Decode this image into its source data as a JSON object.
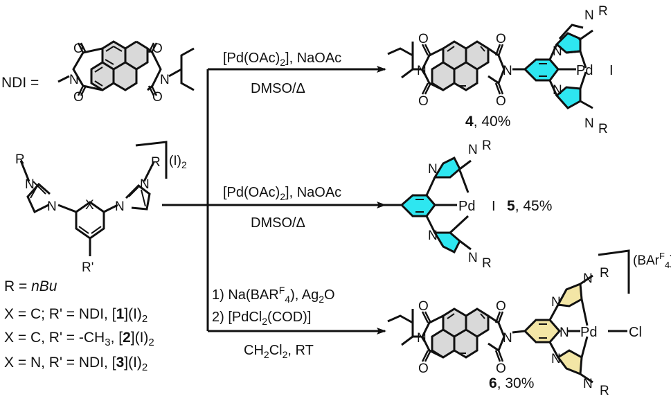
{
  "colors": {
    "bond": "#111111",
    "cyan_ring": "#2ee6f0",
    "yellow_ring": "#f3e6a6",
    "gray_core": "#d9d9d9"
  },
  "ndi_def": {
    "label": "NDI ="
  },
  "atoms": {
    "O": "O",
    "N": "N",
    "X": "X",
    "Pd": "Pd",
    "I": "I",
    "Cl": "Cl",
    "R": "R",
    "Rp": "R'"
  },
  "ligand": {
    "counterion": "(I)",
    "counterion_sub": "2"
  },
  "substituents": {
    "r_def": "R = ",
    "r_val": "nBu",
    "lines": [
      {
        "pre": "X = C; R' = NDI, [",
        "num": "1",
        "post": "](I)",
        "sub": "2"
      },
      {
        "pre": "X = C, R' = -CH",
        "sub1": "3",
        "mid": ", [",
        "num": "2",
        "post": "](I)",
        "sub": "2"
      },
      {
        "pre": "X = N, R' = NDI, [",
        "num": "3",
        "post": "](I)",
        "sub": "2"
      }
    ]
  },
  "arrows": {
    "top_above": {
      "a": "[Pd(OAc)",
      "sub": "2",
      "b": "], NaOAc"
    },
    "top_below": "DMSO/Δ",
    "mid_above": {
      "a": "[Pd(OAc)",
      "sub": "2",
      "b": "], NaOAc"
    },
    "mid_below": "DMSO/Δ",
    "bot_line1": {
      "a": "1) Na(BAR",
      "sup": "F",
      "sub": "4",
      "b": "), Ag",
      "sub2": "2",
      "c": "O"
    },
    "bot_line2": {
      "a": "2) [PdCl",
      "sub": "2",
      "b": "(COD)]"
    },
    "bot_below": {
      "a": "CH",
      "sub": "2",
      "b": "Cl",
      "sub2": "2",
      "c": ", RT"
    }
  },
  "products": {
    "p4": {
      "num": "4",
      "yield": ", 40%"
    },
    "p5": {
      "num": "5",
      "yield": ", 45%"
    },
    "p6": {
      "num": "6",
      "yield": ", 30%",
      "counterion": "(BAr",
      "sup": "F",
      "sub": "4",
      "close": ")"
    }
  }
}
